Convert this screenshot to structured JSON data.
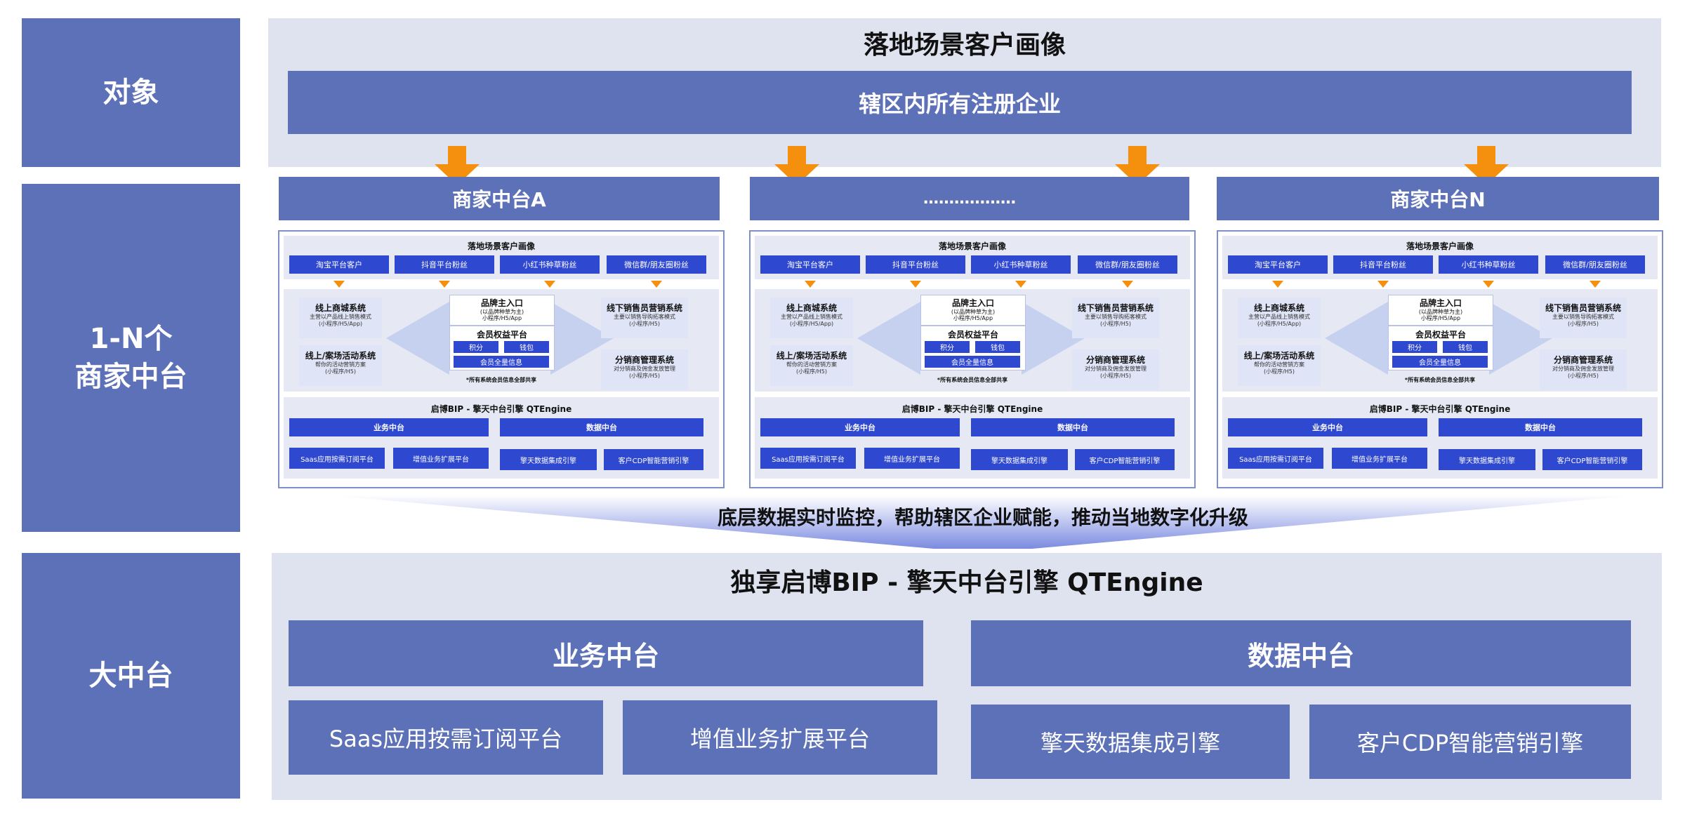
{
  "side_labels": {
    "object": "对象",
    "merchant_line1": "1-N个",
    "merchant_line2": "商家中台",
    "big": "大中台"
  },
  "top": {
    "title": "落地场景客户画像",
    "bar": "辖区内所有注册企业"
  },
  "merchant_headers": [
    "商家中台A",
    "………………",
    "商家中台N"
  ],
  "panel": {
    "title": "落地场景客户画像",
    "channels": [
      "淘宝平台客户",
      "抖音平台粉丝",
      "小红书种草粉丝",
      "微信群/朋友圈粉丝"
    ],
    "online_mall": {
      "title": "线上商城系统",
      "sub1": "主营以产品线上销售模式",
      "sub2": "(小程序/H5/App)"
    },
    "activity": {
      "title": "线上/案场活动系统",
      "sub1": "帮你的活动营销方案",
      "sub2": "(小程序/H5)"
    },
    "brand_entry": {
      "title": "品牌主入口",
      "sub1": "(以品牌种草为主)",
      "sub2": "小程序/H5/App"
    },
    "member": {
      "title": "会员权益平台",
      "points": "积分",
      "wallet": "钱包",
      "info": "会员全量信息",
      "note": "*所有系统会员信息全部共享"
    },
    "offline_sales": {
      "title": "线下销售员营销系统",
      "sub1": "主要以销售导购拓客模式",
      "sub2": "(小程序/H5)"
    },
    "distribution": {
      "title": "分销商管理系统",
      "sub1": "对分销商及佣金发放管理",
      "sub2": "(小程序/H5)"
    },
    "engine_title": "启博BIP - 擎天中台引擎 QTEngine",
    "business": "业务中台",
    "data": "数据中台",
    "saas": "Saas应用按需订阅平台",
    "value_added": "增值业务扩展平台",
    "integration": "擎天数据集成引擎",
    "cdp": "客户CDP智能营销引擎"
  },
  "banner": "底层数据实时监控，帮助辖区企业赋能，推动当地数字化升级",
  "bottom": {
    "title": "独享启博BIP - 擎天中台引擎 QTEngine",
    "business": "业务中台",
    "data": "数据中台",
    "saas": "Saas应用按需订阅平台",
    "value_added": "增值业务扩展平台",
    "integration": "擎天数据集成引擎",
    "cdp": "客户CDP智能营销引擎"
  },
  "colors": {
    "primary": "#5d71b8",
    "light": "#dfe2ef",
    "accent": "#f5900f",
    "chip": "#2f48d0"
  }
}
